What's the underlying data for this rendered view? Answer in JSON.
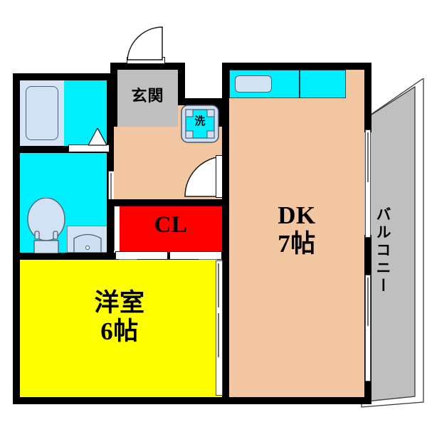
{
  "plan": {
    "type": "japanese-floor-plan",
    "title": "1DK apartment floor plan",
    "rooms": [
      {
        "id": "dk",
        "label": "DK",
        "size_label": "7帖",
        "floor_color": "#f2c6a0",
        "tatami": 7
      },
      {
        "id": "washitsu",
        "label": "洋室",
        "size_label": "6帖",
        "floor_color": "#ffff00",
        "tatami": 6
      },
      {
        "id": "closet",
        "label": "CL",
        "size_label": "",
        "floor_color": "#fe0000",
        "tatami": 0
      },
      {
        "id": "genkan",
        "label": "玄関",
        "size_label": "",
        "floor_color": "#bfbfbf",
        "tatami": 0
      },
      {
        "id": "balcony",
        "label": "バルコニー",
        "size_label": "",
        "floor_color": "#bfbfbf",
        "tatami": 0
      },
      {
        "id": "washer",
        "label": "洗",
        "size_label": "",
        "floor_color": "#00f0ff",
        "tatami": 0
      },
      {
        "id": "bath",
        "label": "",
        "size_label": "",
        "floor_color": "#00f0ff",
        "tatami": 0
      },
      {
        "id": "toilet",
        "label": "",
        "size_label": "",
        "floor_color": "#00f0ff",
        "tatami": 0
      },
      {
        "id": "hallway",
        "label": "",
        "size_label": "",
        "floor_color": "#f2c6a0",
        "tatami": 0
      }
    ],
    "fixtures": [
      {
        "id": "bathtub",
        "name": "bathtub"
      },
      {
        "id": "toilet",
        "name": "toilet"
      },
      {
        "id": "washbasin",
        "name": "washbasin"
      },
      {
        "id": "kitchen-sink",
        "name": "kitchen-sink"
      },
      {
        "id": "kitchen-stove",
        "name": "kitchen-stove"
      }
    ],
    "colors": {
      "wall": "#000000",
      "floor_dk": "#f2c6a0",
      "floor_room": "#ffff00",
      "closet": "#fe0000",
      "water_area": "#00f0ff",
      "balcony": "#bfbfbf",
      "genkan": "#bfbfbf",
      "fixture": "#d2e2f5",
      "background": "#ffffff"
    }
  }
}
